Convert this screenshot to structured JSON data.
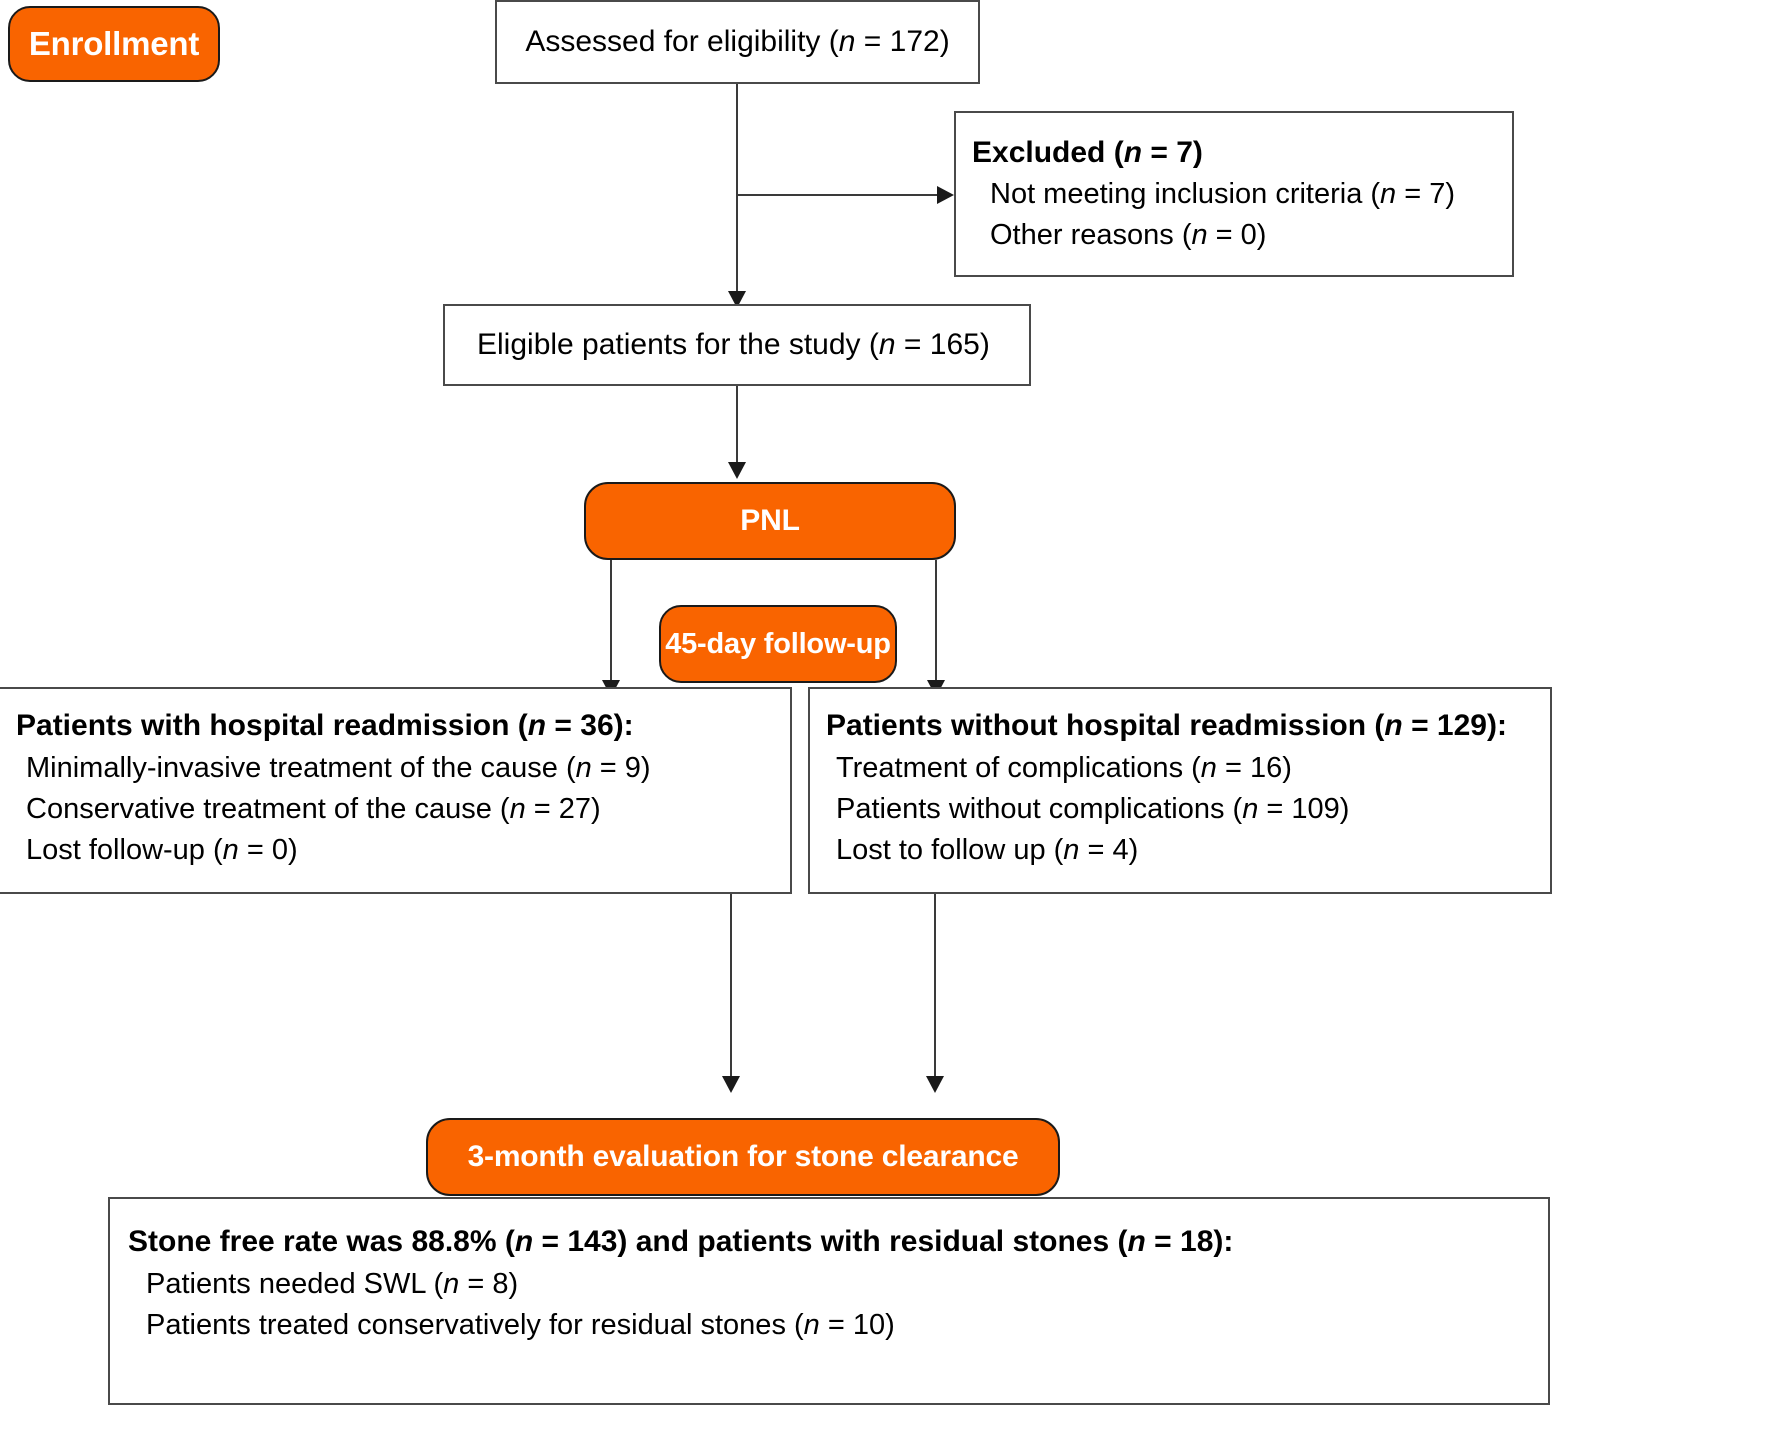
{
  "diagram": {
    "title": "CONSORT patient flow diagram",
    "accent_color": "#F96400",
    "box_border_color": "#4a4a4a",
    "line_color": "#3a3a3a",
    "text_color": "#000000"
  },
  "stage_badges": {
    "enrollment": "Enrollment",
    "intervention": "PNL",
    "followup": "45-day follow-up",
    "evaluation": "3-month evaluation for stone clearance"
  },
  "nodes": {
    "assessed": {
      "text_before": "Assessed for eligibility (",
      "n_symbol": "n",
      "text_after": " = 172)"
    },
    "excluded": {
      "heading_before": "Excluded (",
      "heading_n": "n",
      "heading_after": " = 7)",
      "items": [
        {
          "before": "Not meeting inclusion criteria (",
          "n": "n",
          "after": " = 7)"
        },
        {
          "before": "Other reasons (",
          "n": "n",
          "after": " = 0)"
        }
      ]
    },
    "eligible": {
      "text_before": "Eligible patients for the study (",
      "n_symbol": "n",
      "text_after": " = 165)"
    },
    "readmission": {
      "heading_before": "Patients with hospital readmission (",
      "heading_n": "n",
      "heading_after": " = 36):",
      "items": [
        {
          "before": "Minimally-invasive treatment of the cause (",
          "n": "n",
          "after": " = 9)"
        },
        {
          "before": "Conservative treatment of the cause (",
          "n": "n",
          "after": " = 27)"
        },
        {
          "before": "Lost follow-up (",
          "n": "n",
          "after": " = 0)"
        }
      ]
    },
    "no_readmission": {
      "heading_before": "Patients without hospital readmission (",
      "heading_n": "n",
      "heading_after": " = 129):",
      "items": [
        {
          "before": "Treatment of complications (",
          "n": "n",
          "after": " = 16)"
        },
        {
          "before": "Patients without complications (",
          "n": "n",
          "after": " = 109)"
        },
        {
          "before": "Lost to follow up (",
          "n": "n",
          "after": " = 4)"
        }
      ]
    },
    "outcome": {
      "heading_a": "Stone free rate was 88.8% (",
      "heading_n1": "n",
      "heading_b": " = 143) and patients with residual stones (",
      "heading_n2": "n",
      "heading_c": " = 18):",
      "items": [
        {
          "before": "Patients needed SWL (",
          "n": "n",
          "after": " = 8)"
        },
        {
          "before": "Patients treated conservatively for residual stones (",
          "n": "n",
          "after": " = 10)"
        }
      ]
    }
  }
}
